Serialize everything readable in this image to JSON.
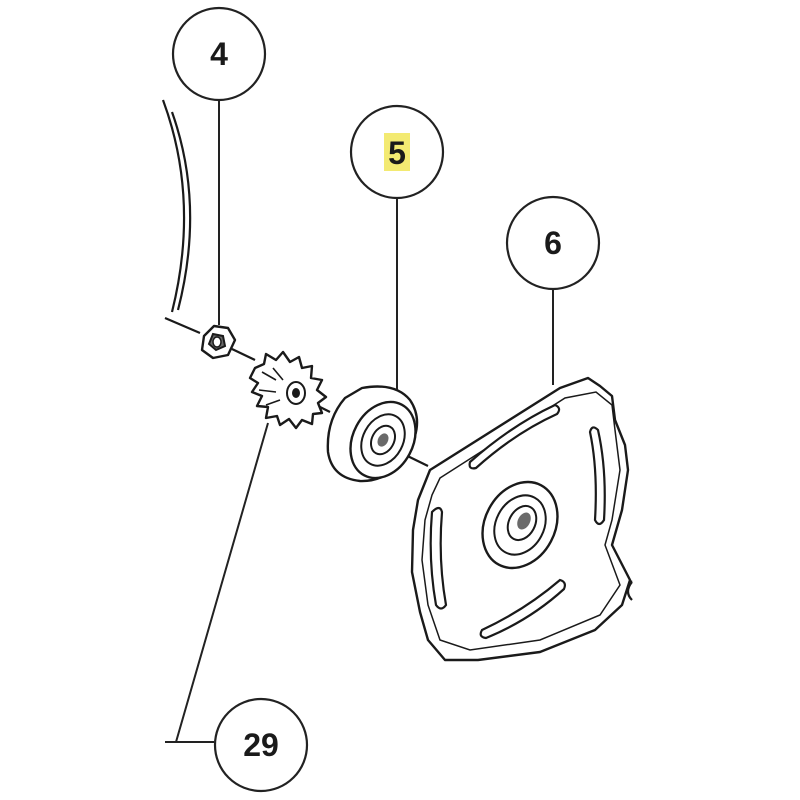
{
  "callouts": [
    {
      "id": "4",
      "label": "4",
      "highlighted": false
    },
    {
      "id": "5",
      "label": "5",
      "highlighted": true
    },
    {
      "id": "6",
      "label": "6",
      "highlighted": false
    },
    {
      "id": "29",
      "label": "29",
      "highlighted": false
    }
  ],
  "colors": {
    "line": "#1a1a1a",
    "highlight": "#f3ea72",
    "background": "#ffffff"
  }
}
